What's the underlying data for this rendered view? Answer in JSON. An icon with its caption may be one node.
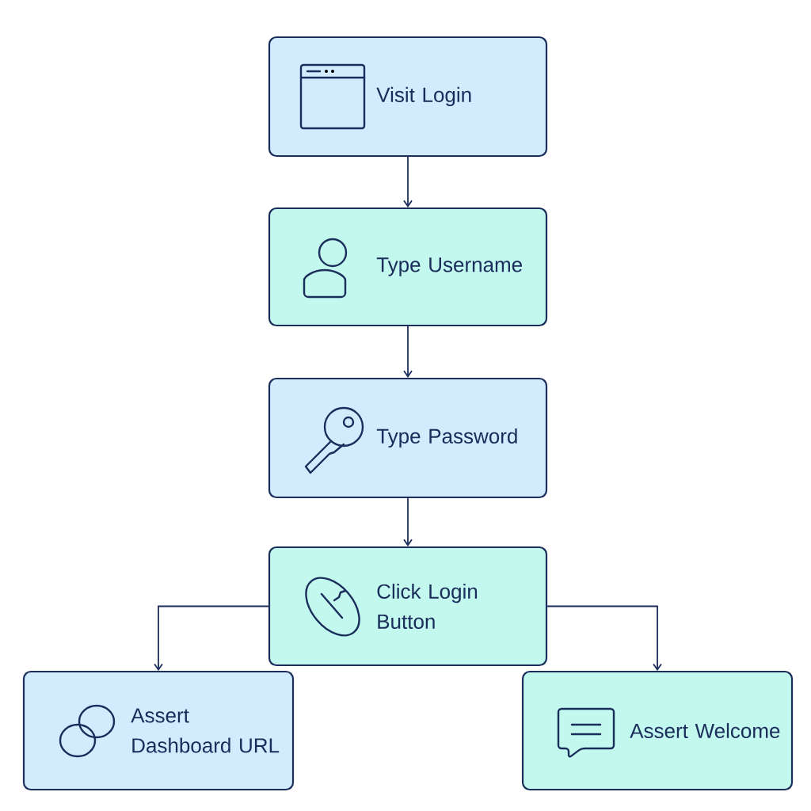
{
  "diagram": {
    "nodes": [
      {
        "text": [
          "Visit Login"
        ]
      },
      {
        "text": [
          "Type Username"
        ]
      },
      {
        "text": [
          "Type Password"
        ]
      },
      {
        "text": [
          "Click Login Button"
        ]
      },
      {
        "text": [
          "Assert Dashboard URL"
        ]
      },
      {
        "text": [
          "Assert Welcome"
        ]
      }
    ],
    "edges": [
      {
        "from": 0,
        "to": 1,
        "arrow": "to"
      },
      {
        "from": 1,
        "to": 2,
        "arrow": "to"
      },
      {
        "from": 2,
        "to": 3,
        "arrow": "to"
      },
      {
        "from": 3,
        "to": 4,
        "arrow": "to"
      },
      {
        "from": 3,
        "to": 5,
        "arrow": "to"
      }
    ]
  }
}
